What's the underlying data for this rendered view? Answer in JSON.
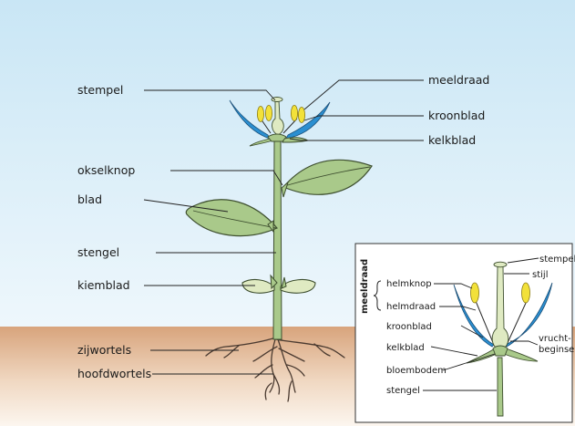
{
  "main_labels": {
    "stempel": "stempel",
    "meeldraad": "meeldraad",
    "kroonblad": "kroonblad",
    "kelkblad": "kelkblad",
    "okselknop": "okselknop",
    "blad": "blad",
    "stengel": "stengel",
    "kiemblad": "kiemblad",
    "zijwortels": "zijwortels",
    "hoofdwortels": "hoofdwortels"
  },
  "inset_labels": {
    "meeldraad": "meeldraad",
    "helmknop": "helmknop",
    "helmdraad": "helmdraad",
    "kroonblad": "kroonblad",
    "kelkblad": "kelkblad",
    "bloembodem": "bloembodem",
    "stengel": "stengel",
    "stempel": "stempel",
    "stijl": "stijl",
    "vrucht_line1": "vrucht-",
    "vrucht_line2": "beginsel"
  },
  "colors": {
    "sky_top": "#c9e6f5",
    "sky_bottom": "#eaf5fb",
    "soil_top": "#d9a680",
    "soil_bottom": "#fbf3ea",
    "leaf_fill": "#a9c98a",
    "leaf_stroke": "#3e4f2f",
    "stem_fill": "#a9c98a",
    "petal_blue": "#2b8fd1",
    "anther_yellow": "#f2e13a",
    "pistil_fill": "#dfeac2",
    "root_stroke": "#4a3a30"
  }
}
